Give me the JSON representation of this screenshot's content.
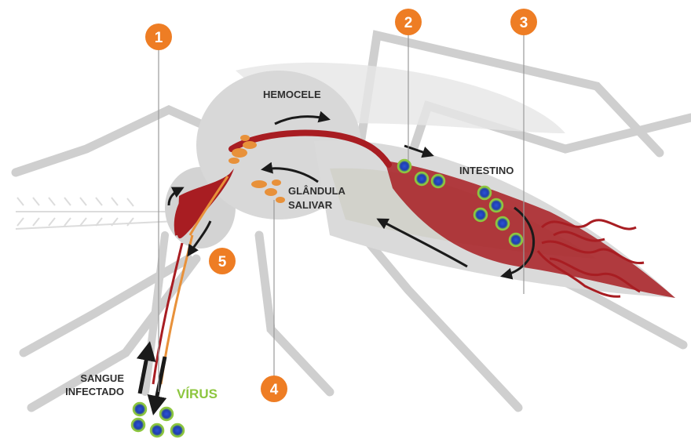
{
  "labels": {
    "hemocele": "HEMOCELE",
    "intestino": "INTESTINO",
    "glandula_line1": "GLÂNDULA",
    "glandula_line2": "SALIVAR",
    "sangue_line1": "SANGUE",
    "sangue_line2": "INFECTADO",
    "virus": "VÍRUS"
  },
  "markers": [
    "1",
    "2",
    "3",
    "4",
    "5"
  ],
  "colors": {
    "marker": "#ee7d24",
    "organ": "#a81d22",
    "gland": "#e8913a",
    "body": "#d6d6d6",
    "virus_ring": "#8dc63f",
    "virus_core": "#1f3fae",
    "virus_label": "#8dc63f",
    "arrow": "#1a1a1a"
  }
}
